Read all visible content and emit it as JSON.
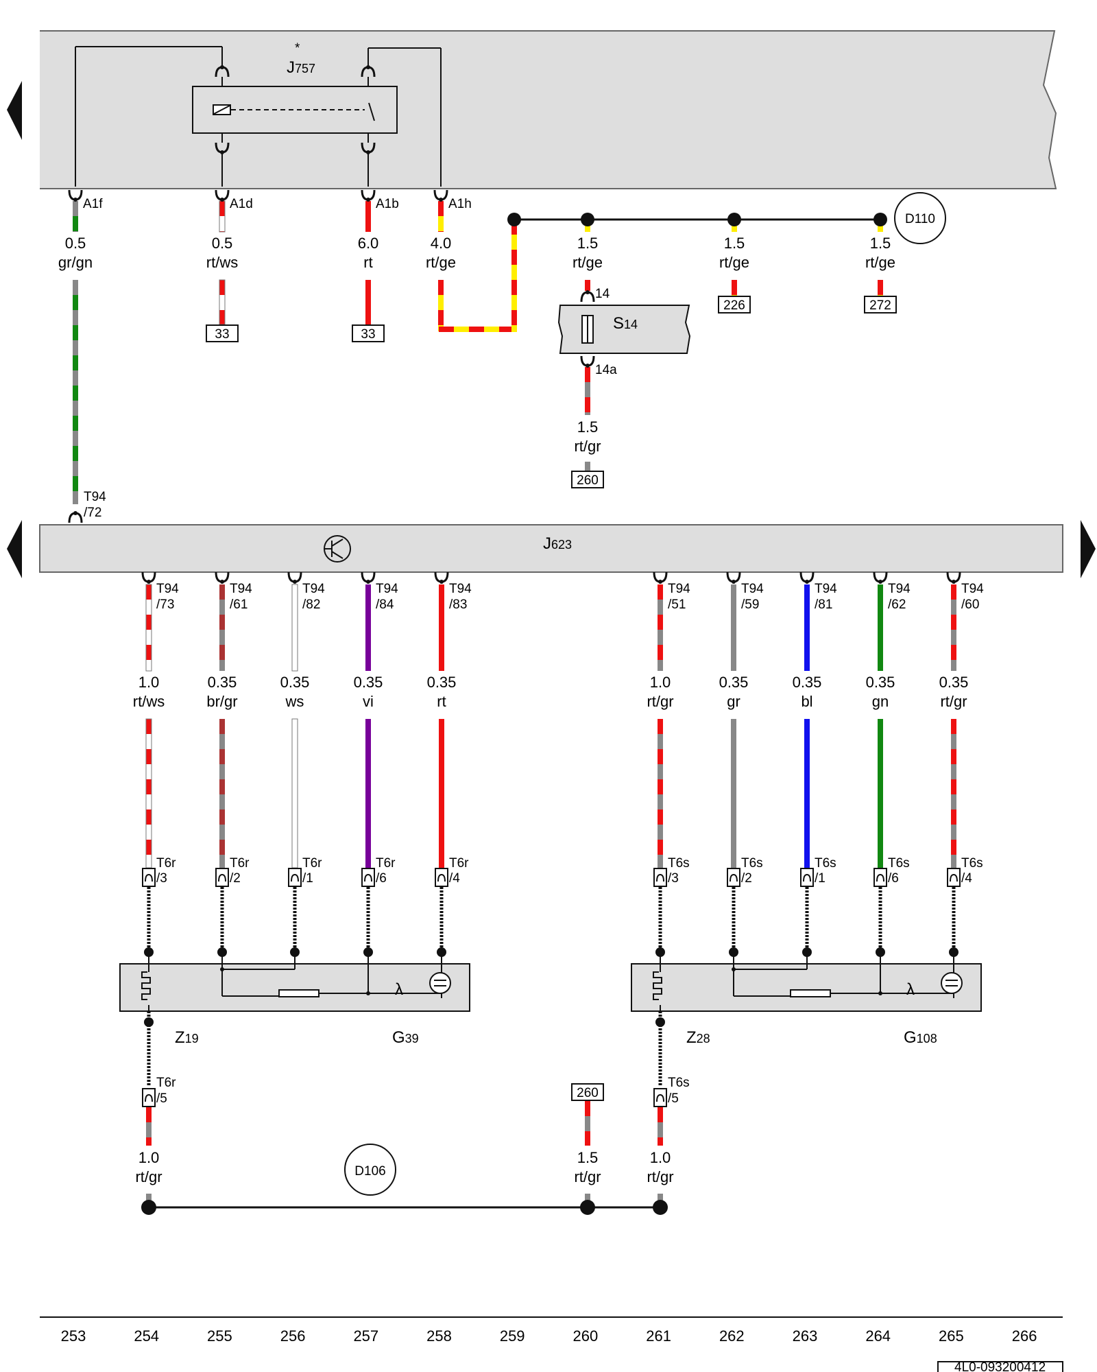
{
  "colors": {
    "rt": "#ee1111",
    "ge": "#ffee00",
    "gr": "#888888",
    "gn": "#118811",
    "ws": "#ffffff",
    "br": "#aa3333",
    "vi": "#770099",
    "bl": "#1111ee",
    "module_fill": "#dedede",
    "line": "#111111"
  },
  "modules": {
    "relay_carrier": {
      "label": "J757",
      "label_prefix": "J",
      "label_sub": "757",
      "star": "*"
    },
    "ecu": {
      "label_prefix": "J",
      "label_sub": "623",
      "icon": "transistor-icon"
    },
    "fuse": {
      "label_prefix": "S",
      "label_sub": "14",
      "pin_top": "14",
      "pin_bottom": "14a"
    }
  },
  "upper_wires": [
    {
      "pin": "A1f",
      "gauge": "0.5",
      "color": "gr/gn"
    },
    {
      "pin": "A1d",
      "gauge": "0.5",
      "color": "rt/ws",
      "ref": "33"
    },
    {
      "pin": "A1b",
      "gauge": "6.0",
      "color": "rt",
      "ref": "33"
    },
    {
      "pin": "A1h",
      "gauge": "4.0",
      "color": "rt/ge"
    },
    {
      "gauge": "1.5",
      "color": "rt/ge"
    },
    {
      "gauge": "1.5",
      "color": "rt/ge",
      "ref": "226"
    },
    {
      "gauge": "1.5",
      "color": "rt/ge",
      "ref": "272"
    }
  ],
  "fuse_output": {
    "gauge": "1.5",
    "color": "rt/gr",
    "ref": "260"
  },
  "ecu_input_pin": {
    "conn": "T94",
    "pin": "/72"
  },
  "splices": {
    "top": "D110",
    "bottom": "D106"
  },
  "lower_wires": [
    {
      "ecu_conn": "T94",
      "ecu_pin": "/73",
      "gauge": "1.0",
      "color": "rt/ws",
      "plug": "T6r",
      "plug_pin": "/3"
    },
    {
      "ecu_conn": "T94",
      "ecu_pin": "/61",
      "gauge": "0.35",
      "color": "br/gr",
      "plug": "T6r",
      "plug_pin": "/2"
    },
    {
      "ecu_conn": "T94",
      "ecu_pin": "/82",
      "gauge": "0.35",
      "color": "ws",
      "plug": "T6r",
      "plug_pin": "/1"
    },
    {
      "ecu_conn": "T94",
      "ecu_pin": "/84",
      "gauge": "0.35",
      "color": "vi",
      "plug": "T6r",
      "plug_pin": "/6"
    },
    {
      "ecu_conn": "T94",
      "ecu_pin": "/83",
      "gauge": "0.35",
      "color": "rt",
      "plug": "T6r",
      "plug_pin": "/4"
    },
    {
      "ecu_conn": "T94",
      "ecu_pin": "/51",
      "gauge": "1.0",
      "color": "rt/gr",
      "plug": "T6s",
      "plug_pin": "/3"
    },
    {
      "ecu_conn": "T94",
      "ecu_pin": "/59",
      "gauge": "0.35",
      "color": "gr",
      "plug": "T6s",
      "plug_pin": "/2"
    },
    {
      "ecu_conn": "T94",
      "ecu_pin": "/81",
      "gauge": "0.35",
      "color": "bl",
      "plug": "T6s",
      "plug_pin": "/1"
    },
    {
      "ecu_conn": "T94",
      "ecu_pin": "/62",
      "gauge": "0.35",
      "color": "gn",
      "plug": "T6s",
      "plug_pin": "/6"
    },
    {
      "ecu_conn": "T94",
      "ecu_pin": "/60",
      "gauge": "0.35",
      "color": "rt/gr",
      "plug": "T6s",
      "plug_pin": "/4"
    }
  ],
  "sensors": [
    {
      "heater_prefix": "Z",
      "heater_sub": "19",
      "sensor_prefix": "G",
      "sensor_sub": "39",
      "lambda": "λ"
    },
    {
      "heater_prefix": "Z",
      "heater_sub": "28",
      "sensor_prefix": "G",
      "sensor_sub": "108",
      "lambda": "λ"
    }
  ],
  "bottom_wires": [
    {
      "plug": "T6r",
      "plug_pin": "/5",
      "gauge": "1.0",
      "color": "rt/gr"
    },
    {
      "gauge": "1.5",
      "color": "rt/gr",
      "ref": "260"
    },
    {
      "plug": "T6s",
      "plug_pin": "/5",
      "gauge": "1.0",
      "color": "rt/gr"
    }
  ],
  "grid_numbers": [
    "253",
    "254",
    "255",
    "256",
    "257",
    "258",
    "259",
    "260",
    "261",
    "262",
    "263",
    "264",
    "265",
    "266"
  ],
  "doc_number": "4L0-093200412"
}
